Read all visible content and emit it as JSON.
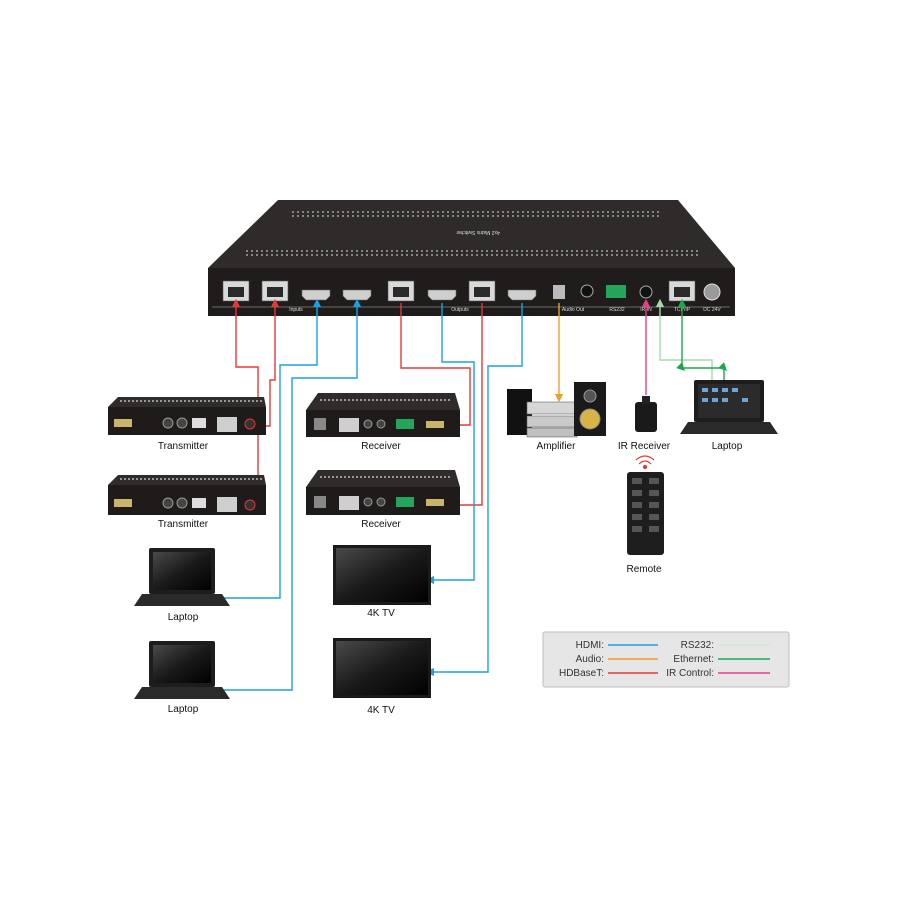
{
  "switcher": {
    "top_text": "4x2 Matrix Switcher",
    "port_labels": {
      "inputs": "Inputs",
      "outputs": "Outputs",
      "audio_out": "Audio Out",
      "rs232": "RS232",
      "ir_in": "IR IN",
      "tcp_ip": "TCP/IP",
      "dc": "DC 24V"
    }
  },
  "devices": {
    "transmitter_1": "Transmitter",
    "transmitter_2": "Transmitter",
    "receiver_1": "Receiver",
    "receiver_2": "Receiver",
    "laptop_1": "Laptop",
    "laptop_2": "Laptop",
    "tv_1": "4K TV",
    "tv_2": "4K TV",
    "amplifier": "Amplifier",
    "ir_receiver": "IR Receiver",
    "remote": "Remote",
    "laptop_control": "Laptop"
  },
  "legend": [
    {
      "label": "HDMI:",
      "color": "#1ba1e2"
    },
    {
      "label": "Audio:",
      "color": "#f39c2b"
    },
    {
      "label": "HDBaseT:",
      "color": "#e53935"
    },
    {
      "label": "RS232:",
      "color": "#cfe7cf"
    },
    {
      "label": "Ethernet:",
      "color": "#1aa84b"
    },
    {
      "label": "IR Control:",
      "color": "#e83e8c"
    }
  ],
  "colors": {
    "hdmi": "#1ba1e2",
    "audio": "#f39c2b",
    "hdbaset": "#e53935",
    "ethernet": "#1aa84b",
    "rs232": "#bfe3bf",
    "ir": "#e83e8c"
  }
}
